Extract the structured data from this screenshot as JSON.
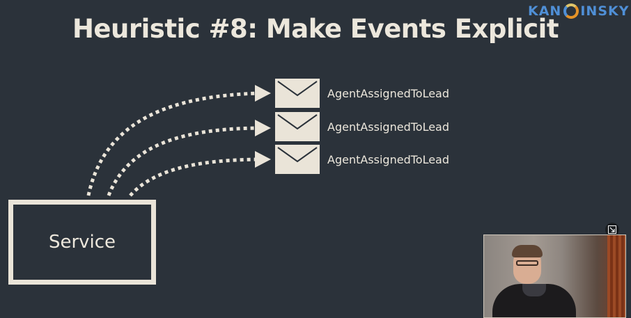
{
  "logo": {
    "text_left": "KAN",
    "text_right": "INSKY",
    "colors": [
      "#4f8fd6",
      "#e59328"
    ]
  },
  "slide": {
    "title": "Heuristic #8: Make Events Explicit",
    "events": [
      {
        "label": "AgentAssignedToLead"
      },
      {
        "label": "AgentAssignedToLead"
      },
      {
        "label": "AgentAssignedToLead"
      }
    ],
    "service_label": "Service"
  },
  "icons": {
    "envelope": "envelope-icon",
    "pip": "picture-in-picture-icon",
    "arrow": "dotted-arrow"
  },
  "colors": {
    "background": "#2b323a",
    "foreground": "#eae4d8"
  }
}
